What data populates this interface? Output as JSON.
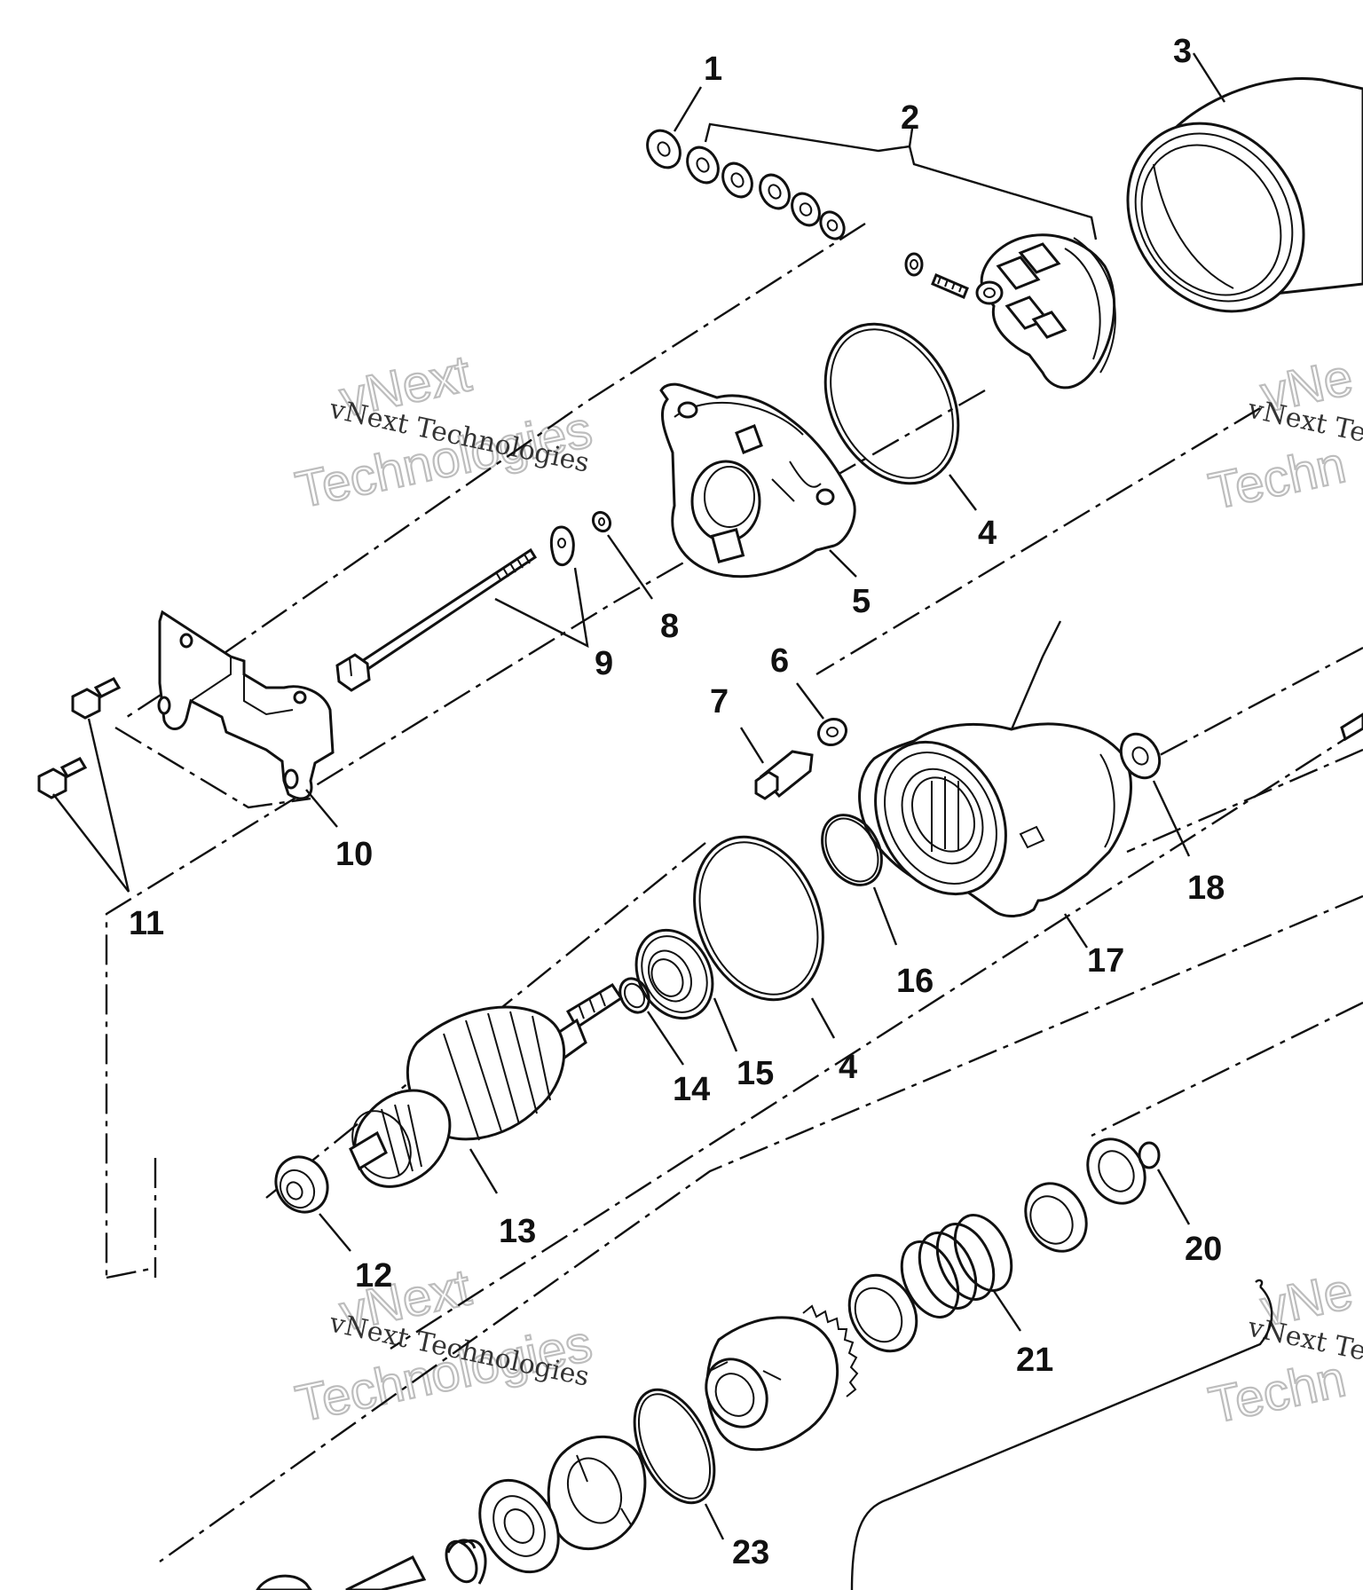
{
  "watermark": {
    "small": "vNext Technologies",
    "big_top": "vNext",
    "big_bottom": "Technologies",
    "partial_small": "vNext Te",
    "partial_big_top": "vNe",
    "partial_big_bottom": "Techn"
  },
  "callouts": {
    "c1": "1",
    "c2": "2",
    "c3": "3",
    "c4a": "4",
    "c4b": "4",
    "c5": "5",
    "c6": "6",
    "c7": "7",
    "c8": "8",
    "c9": "9",
    "c10": "10",
    "c11": "11",
    "c12": "12",
    "c13": "13",
    "c14": "14",
    "c15": "15",
    "c16": "16",
    "c17": "17",
    "c18": "18",
    "c20": "20",
    "c21": "21",
    "c23": "23"
  }
}
